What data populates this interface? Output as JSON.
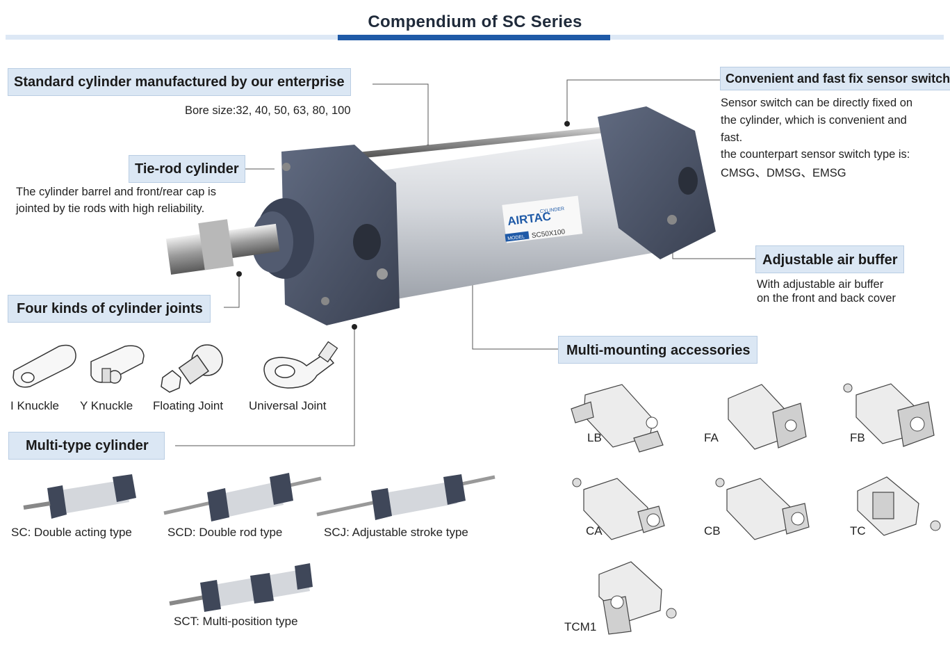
{
  "header": {
    "title": "Compendium of SC Series"
  },
  "callouts": {
    "standard": {
      "title": "Standard cylinder manufactured by our enterprise",
      "desc": "Bore size:32, 40, 50, 63, 80, 100"
    },
    "tie_rod": {
      "title": "Tie-rod cylinder",
      "desc_lines": [
        "The cylinder barrel and front/rear cap is",
        "jointed by tie rods with high reliability."
      ]
    },
    "joints": {
      "title": "Four kinds of cylinder joints",
      "items": [
        "I Knuckle",
        "Y Knuckle",
        "Floating Joint",
        "Universal Joint"
      ]
    },
    "multi_type": {
      "title": "Multi-type cylinder",
      "types": [
        "SC: Double acting type",
        "SCD: Double rod type",
        "SCJ: Adjustable stroke type",
        "SCT: Multi-position type"
      ]
    },
    "sensor": {
      "title": "Convenient and fast fix sensor switch",
      "desc_lines": [
        "Sensor switch can be directly fixed on",
        "the cylinder, which is convenient and",
        "fast.",
        "the counterpart sensor switch type is:",
        "CMSG、DMSG、EMSG"
      ]
    },
    "buffer": {
      "title": "Adjustable air buffer",
      "desc_lines": [
        "With adjustable air buffer",
        "on the front and back cover"
      ]
    },
    "mounting": {
      "title": "Multi-mounting accessories",
      "items": [
        "LB",
        "FA",
        "FB",
        "CA",
        "CB",
        "TC",
        "TCM1"
      ]
    }
  },
  "product": {
    "brand": "AIRTAC",
    "brand_sub": "CYLINDER",
    "model_tag": "MODEL",
    "model": "SC50X100"
  },
  "colors": {
    "title_bar": "#1f5aa7",
    "label_bg": "#dbe7f4",
    "cap_metal": "#4a5266",
    "barrel": "#c8ccd2"
  }
}
